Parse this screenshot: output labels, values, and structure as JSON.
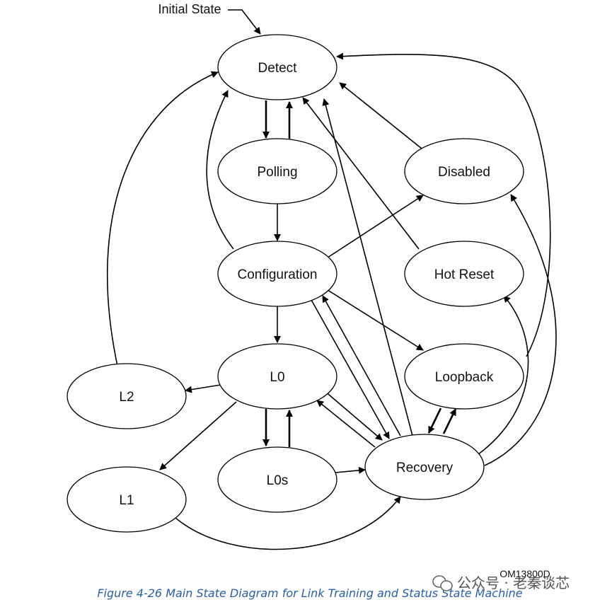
{
  "initial_label": "Initial State",
  "figure_id": "OM13800D",
  "caption": "Figure  4-26  Main State Diagram for Link Training and Status State Machine",
  "watermark": "公众号 · 老秦谈芯",
  "states": {
    "detect": "Detect",
    "polling": "Polling",
    "configuration": "Configuration",
    "disabled": "Disabled",
    "hot_reset": "Hot Reset",
    "l0": "L0",
    "l2": "L2",
    "loopback": "Loopback",
    "l0s": "L0s",
    "recovery": "Recovery",
    "l1": "L1"
  },
  "transitions": [
    {
      "from": "Initial State",
      "to": "Detect"
    },
    {
      "from": "Detect",
      "to": "Polling"
    },
    {
      "from": "Polling",
      "to": "Detect"
    },
    {
      "from": "Polling",
      "to": "Configuration"
    },
    {
      "from": "Configuration",
      "to": "Detect"
    },
    {
      "from": "Configuration",
      "to": "Disabled"
    },
    {
      "from": "Configuration",
      "to": "L0"
    },
    {
      "from": "Configuration",
      "to": "Loopback"
    },
    {
      "from": "Configuration",
      "to": "Recovery"
    },
    {
      "from": "Recovery",
      "to": "Configuration"
    },
    {
      "from": "Disabled",
      "to": "Detect"
    },
    {
      "from": "Hot Reset",
      "to": "Detect"
    },
    {
      "from": "Recovery",
      "to": "Detect"
    },
    {
      "from": "Recovery",
      "to": "Disabled"
    },
    {
      "from": "Recovery",
      "to": "Hot Reset"
    },
    {
      "from": "Recovery",
      "to": "Loopback"
    },
    {
      "from": "Loopback",
      "to": "Recovery"
    },
    {
      "from": "Loopback",
      "to": "Detect"
    },
    {
      "from": "L0",
      "to": "L2"
    },
    {
      "from": "L0",
      "to": "L1"
    },
    {
      "from": "L0",
      "to": "L0s"
    },
    {
      "from": "L0s",
      "to": "L0"
    },
    {
      "from": "L0s",
      "to": "Recovery"
    },
    {
      "from": "L0",
      "to": "Recovery"
    },
    {
      "from": "Recovery",
      "to": "L0"
    },
    {
      "from": "L1",
      "to": "Recovery"
    },
    {
      "from": "L2",
      "to": "Detect"
    }
  ]
}
